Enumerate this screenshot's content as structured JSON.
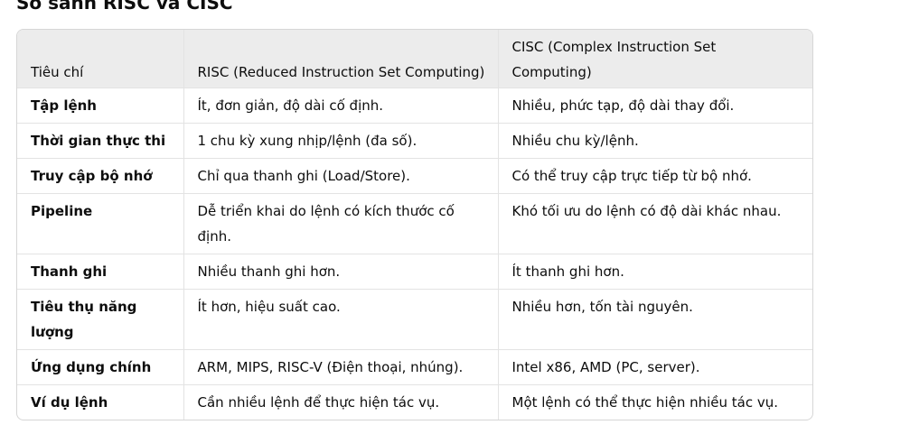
{
  "heading": "So sánh RISC và CISC",
  "table": {
    "headers": [
      "Tiêu chí",
      "RISC (Reduced Instruction Set Computing)",
      "CISC (Complex Instruction Set Computing)"
    ],
    "rows": [
      [
        "Tập lệnh",
        "Ít, đơn giản, độ dài cố định.",
        "Nhiều, phức tạp, độ dài thay đổi."
      ],
      [
        "Thời gian thực thi",
        "1 chu kỳ xung nhịp/lệnh (đa số).",
        "Nhiều chu kỳ/lệnh."
      ],
      [
        "Truy cập bộ nhớ",
        "Chỉ qua thanh ghi (Load/Store).",
        "Có thể truy cập trực tiếp từ bộ nhớ."
      ],
      [
        "Pipeline",
        "Dễ triển khai do lệnh có kích thước cố định.",
        "Khó tối ưu do lệnh có độ dài khác nhau."
      ],
      [
        "Thanh ghi",
        "Nhiều thanh ghi hơn.",
        "Ít thanh ghi hơn."
      ],
      [
        "Tiêu thụ năng lượng",
        "Ít hơn, hiệu suất cao.",
        "Nhiều hơn, tốn tài nguyên."
      ],
      [
        "Ứng dụng chính",
        "ARM, MIPS, RISC-V (Điện thoại, nhúng).",
        "Intel x86, AMD (PC, server)."
      ],
      [
        "Ví dụ lệnh",
        "Cần nhiều lệnh để thực hiện tác vụ.",
        "Một lệnh có thể thực hiện nhiều tác vụ."
      ]
    ]
  }
}
